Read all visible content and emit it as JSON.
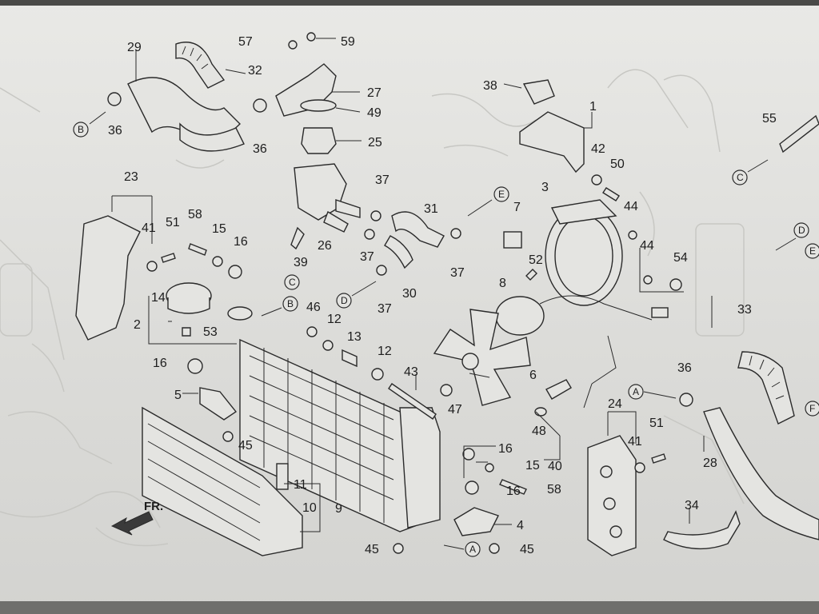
{
  "callouts": [
    {
      "id": "c29",
      "label": "29"
    },
    {
      "id": "c32",
      "label": "32"
    },
    {
      "id": "c57",
      "label": "57"
    },
    {
      "id": "c59",
      "label": "59"
    },
    {
      "id": "c27",
      "label": "27"
    },
    {
      "id": "c49",
      "label": "49"
    },
    {
      "id": "c36a",
      "label": "36"
    },
    {
      "id": "c36b",
      "label": "36"
    },
    {
      "id": "c25",
      "label": "25"
    },
    {
      "id": "c38",
      "label": "38"
    },
    {
      "id": "c1",
      "label": "1"
    },
    {
      "id": "c42",
      "label": "42"
    },
    {
      "id": "c50",
      "label": "50"
    },
    {
      "id": "c55",
      "label": "55"
    },
    {
      "id": "c23",
      "label": "23"
    },
    {
      "id": "c41a",
      "label": "41"
    },
    {
      "id": "c51a",
      "label": "51"
    },
    {
      "id": "c58a",
      "label": "58"
    },
    {
      "id": "c15a",
      "label": "15"
    },
    {
      "id": "c16a",
      "label": "16"
    },
    {
      "id": "c26",
      "label": "26"
    },
    {
      "id": "c39",
      "label": "39"
    },
    {
      "id": "c37a",
      "label": "37"
    },
    {
      "id": "c37b",
      "label": "37"
    },
    {
      "id": "c37c",
      "label": "37"
    },
    {
      "id": "c37d",
      "label": "37"
    },
    {
      "id": "c31",
      "label": "31"
    },
    {
      "id": "c30",
      "label": "30"
    },
    {
      "id": "c7",
      "label": "7"
    },
    {
      "id": "c3",
      "label": "3"
    },
    {
      "id": "c44a",
      "label": "44"
    },
    {
      "id": "c44b",
      "label": "44"
    },
    {
      "id": "c54",
      "label": "54"
    },
    {
      "id": "c52",
      "label": "52"
    },
    {
      "id": "c8",
      "label": "8"
    },
    {
      "id": "c14",
      "label": "14"
    },
    {
      "id": "c2",
      "label": "2"
    },
    {
      "id": "c53",
      "label": "53"
    },
    {
      "id": "c46",
      "label": "46"
    },
    {
      "id": "c12a",
      "label": "12"
    },
    {
      "id": "c13",
      "label": "13"
    },
    {
      "id": "c12b",
      "label": "12"
    },
    {
      "id": "c43",
      "label": "43"
    },
    {
      "id": "c6",
      "label": "6"
    },
    {
      "id": "c16b",
      "label": "16"
    },
    {
      "id": "c5",
      "label": "5"
    },
    {
      "id": "c45a",
      "label": "45"
    },
    {
      "id": "c47",
      "label": "47"
    },
    {
      "id": "c33",
      "label": "33"
    },
    {
      "id": "c36c",
      "label": "36"
    },
    {
      "id": "c24",
      "label": "24"
    },
    {
      "id": "c41b",
      "label": "41"
    },
    {
      "id": "c51b",
      "label": "51"
    },
    {
      "id": "c28",
      "label": "28"
    },
    {
      "id": "c48",
      "label": "48"
    },
    {
      "id": "c40",
      "label": "40"
    },
    {
      "id": "c16c",
      "label": "16"
    },
    {
      "id": "c15b",
      "label": "15"
    },
    {
      "id": "c16d",
      "label": "16"
    },
    {
      "id": "c58b",
      "label": "58"
    },
    {
      "id": "c11",
      "label": "11"
    },
    {
      "id": "c10",
      "label": "10"
    },
    {
      "id": "c9",
      "label": "9"
    },
    {
      "id": "c4",
      "label": "4"
    },
    {
      "id": "c45b",
      "label": "45"
    },
    {
      "id": "c45c",
      "label": "45"
    },
    {
      "id": "c34",
      "label": "34"
    }
  ],
  "references": [
    {
      "id": "rB1",
      "label": "B"
    },
    {
      "id": "rC1",
      "label": "C"
    },
    {
      "id": "rE1",
      "label": "E"
    },
    {
      "id": "rD1",
      "label": "D"
    },
    {
      "id": "rC2",
      "label": "C"
    },
    {
      "id": "rB2",
      "label": "B"
    },
    {
      "id": "rD2",
      "label": "D"
    },
    {
      "id": "rE2",
      "label": "E"
    },
    {
      "id": "rF",
      "label": "F"
    },
    {
      "id": "rA1",
      "label": "A"
    },
    {
      "id": "rA2",
      "label": "A"
    }
  ],
  "direction_arrow": {
    "label": "FR."
  },
  "colors": {
    "paper": "#e4e4e1",
    "ink": "#2a2a2a",
    "bleed_through": "#c7c7c3"
  }
}
